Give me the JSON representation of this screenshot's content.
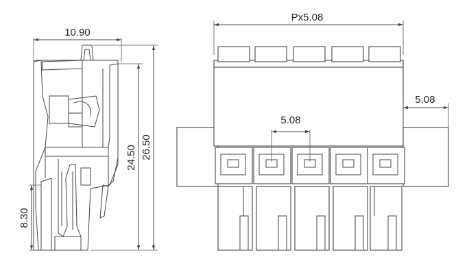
{
  "side_view": {
    "width_label": "10.90",
    "height_outer_label": "26.50",
    "height_inner_label": "24.50",
    "pin_height_label": "8.30"
  },
  "front_view": {
    "pitch_total_label": "Px5.08",
    "pitch_label": "5.08",
    "flange_label": "5.08",
    "pole_count": 5
  }
}
